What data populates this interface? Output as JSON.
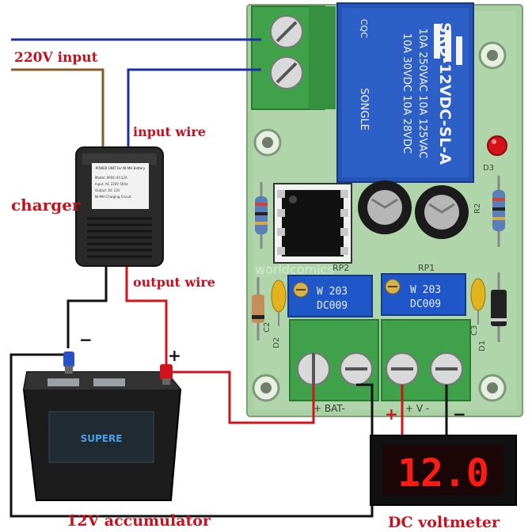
{
  "labels": {
    "ac_input": "220V input",
    "input_wire": "input wire",
    "charger": "charger",
    "output_wire": "output wire",
    "battery": "12V accumulator",
    "voltmeter": "DC voltmeter",
    "neg_sign_battery": "−",
    "pos_sign_battery": "+",
    "pos_sign_meter": "+",
    "neg_sign_meter": "−"
  },
  "relay": {
    "brand": "SONGLE",
    "line1": "10A 250VAC  10A 125VAC",
    "line2": "10A 30VDC  10A 28VDC",
    "model": "SRD-12VDC-SL-A",
    "cert": "CQC"
  },
  "pcb": {
    "rp1": "RP1",
    "rp2": "RP2",
    "pot_code1": "W 203",
    "pot_code2": "DC009",
    "bat_label": "+ BAT-",
    "v_label": "+ V -",
    "d3": "D3",
    "r2": "R2",
    "c2": "C2",
    "c3": "C3",
    "d2": "D2",
    "d1": "D1"
  },
  "charger_plate": {
    "title": "POWER UNIT For NI-MH Battery",
    "lines": [
      "Model: SPDC-XY-12A",
      "Input: AC 220V 50Hz",
      "Output: DC 12V",
      "Ni-MH Charging Circuit"
    ]
  },
  "battery_brand": "SUPERE",
  "meter_reading": "12.0",
  "watermark": "worldcomics",
  "colors": {
    "label_red": "#c8101e",
    "wire_blue": "#1c2fa8",
    "wire_brown": "#8a5a2b",
    "wire_red": "#d0141c",
    "wire_black": "#111111",
    "pcb_green": "#a9cfa3",
    "terminal_green": "#3fa14a",
    "relay_blue": "#2454b8",
    "display_red": "#ff1a14"
  }
}
